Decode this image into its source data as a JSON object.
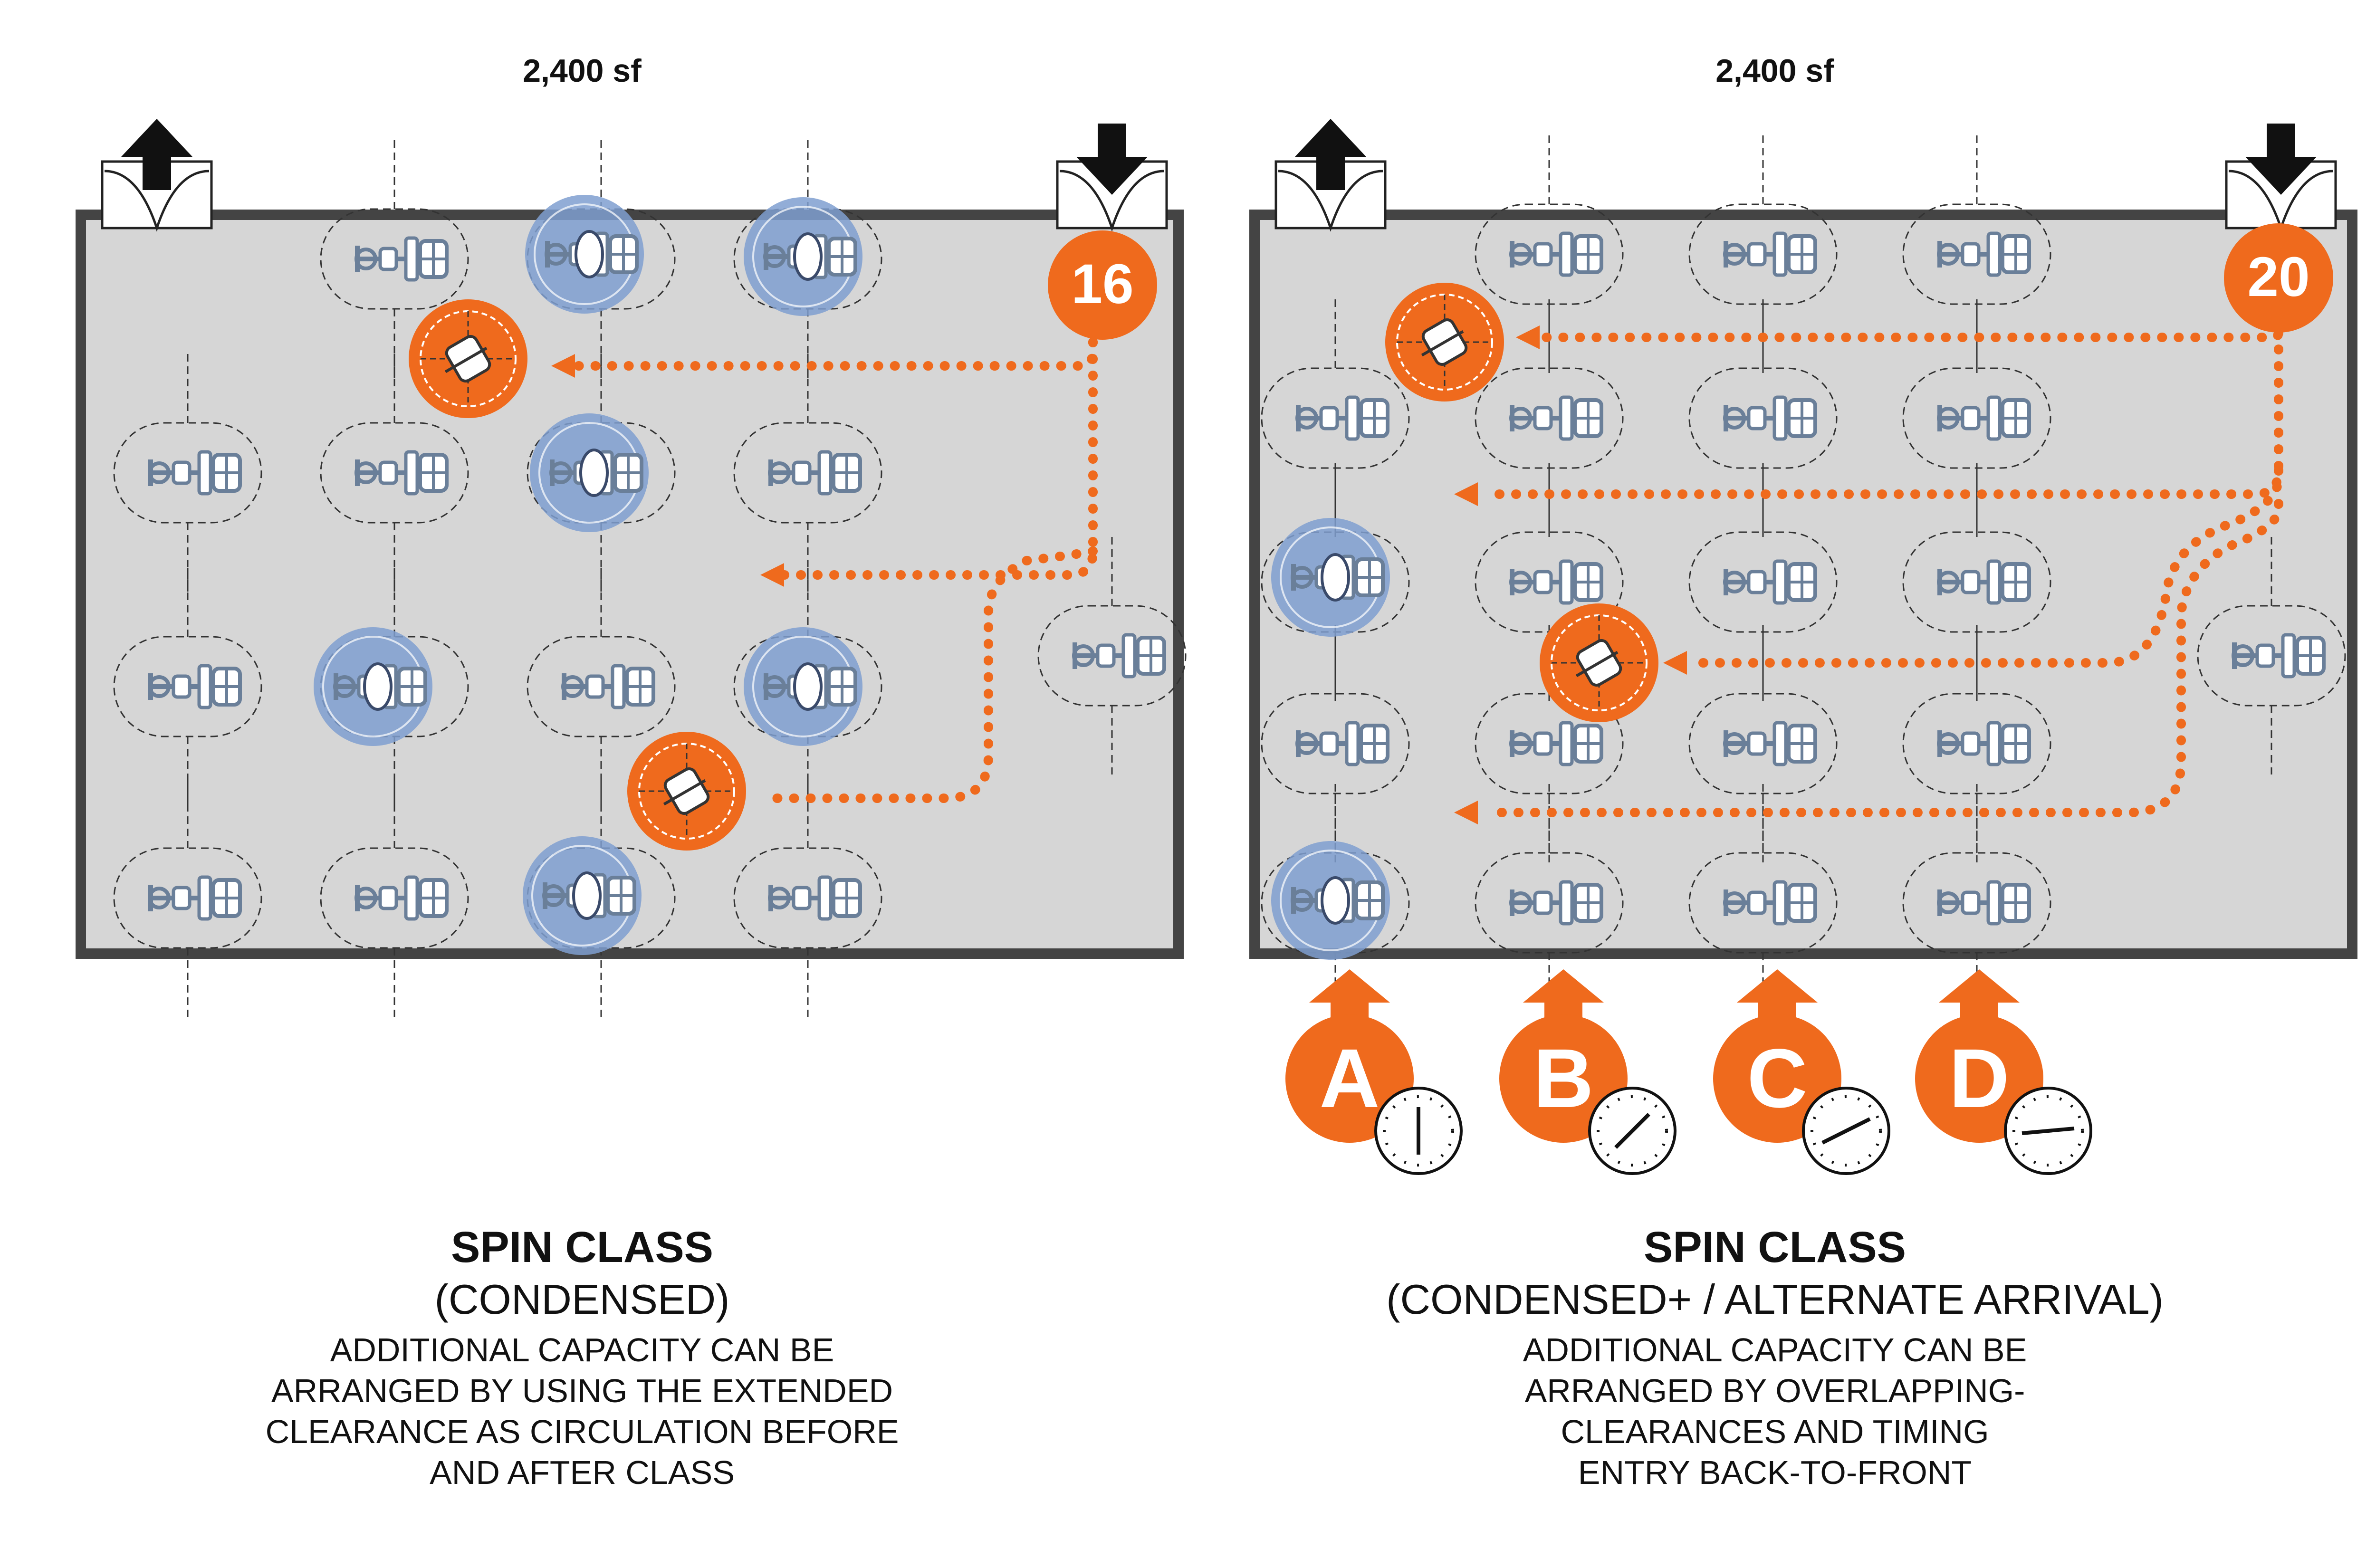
{
  "colors": {
    "floor": "#d6d6d6",
    "wall": "#444444",
    "accent": "#ef6a1d",
    "occupied": "#7f9fd0",
    "bike": "#6a7f99",
    "text": "#111111"
  },
  "icons": {
    "exit": "up-arrow-icon",
    "entry": "down-arrow-icon",
    "bike": "spin-bike-icon",
    "clock": "clock-icon"
  },
  "left_panel": {
    "area_label": "2,400 sf",
    "capacity": "16",
    "title": "SPIN CLASS",
    "subtitle": "(CONDENSED)",
    "description": [
      "ADDITIONAL CAPACITY CAN BE",
      "ARRANGED BY USING THE EXTENDED",
      "CLEARANCE AS CIRCULATION BEFORE",
      "AND AFTER CLASS"
    ]
  },
  "right_panel": {
    "area_label": "2,400 sf",
    "capacity": "20",
    "title": "SPIN CLASS",
    "subtitle": "(CONDENSED+ / ALTERNATE ARRIVAL)",
    "description": [
      "ADDITIONAL CAPACITY CAN BE",
      "ARRANGED BY OVERLAPPING-",
      "CLEARANCES AND TIMING",
      "ENTRY BACK-TO-FRONT"
    ],
    "arrival_groups": [
      "A",
      "B",
      "C",
      "D"
    ]
  }
}
